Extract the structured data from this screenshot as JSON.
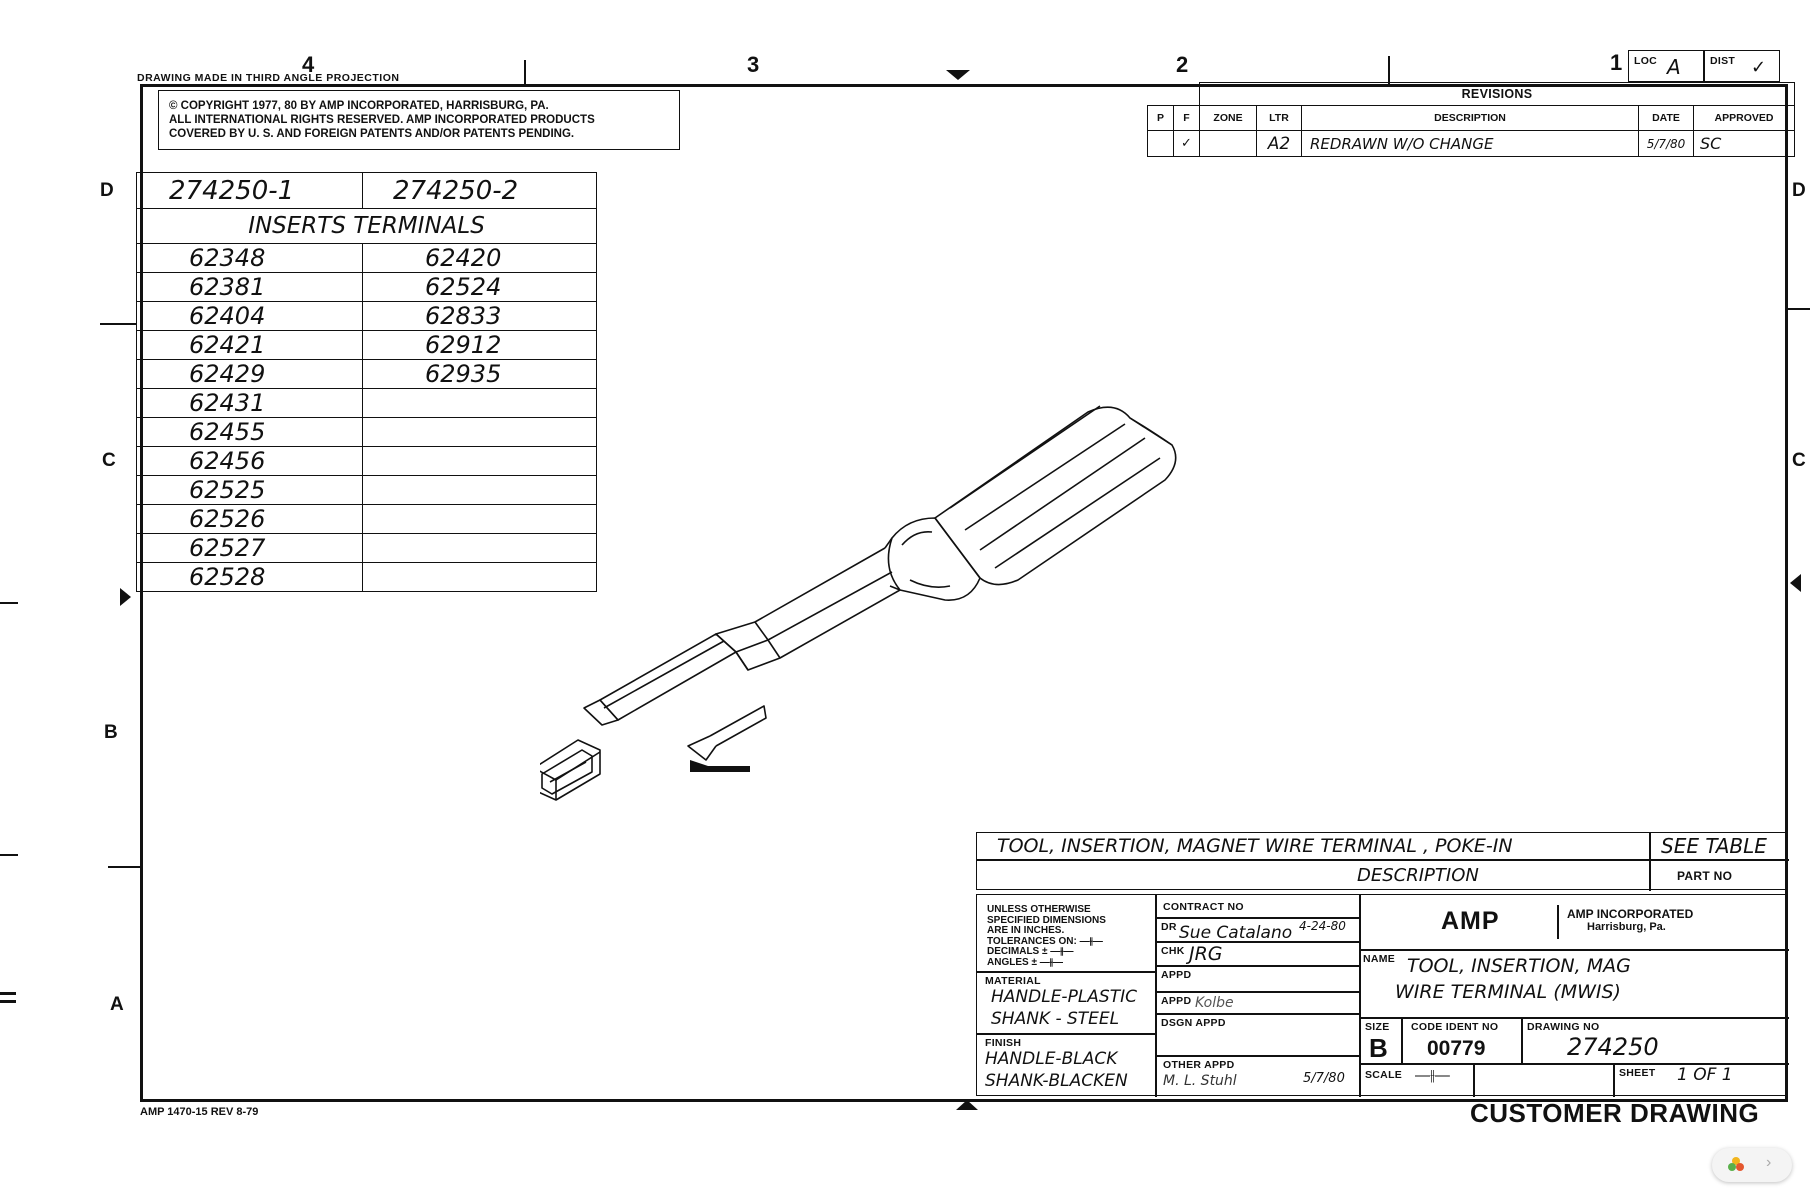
{
  "projection_note": "DRAWING MADE IN THIRD ANGLE PROJECTION",
  "zones": {
    "top": [
      "4",
      "3",
      "2",
      "1"
    ],
    "side": [
      "D",
      "C",
      "B",
      "A"
    ]
  },
  "loc": {
    "label": "LOC",
    "value": "A"
  },
  "dist": {
    "label": "DIST",
    "value": "✓"
  },
  "copyright": {
    "line1": "© COPYRIGHT 1977, 80 BY AMP INCORPORATED, HARRISBURG, PA.",
    "line2": "ALL INTERNATIONAL RIGHTS RESERVED. AMP INCORPORATED PRODUCTS",
    "line3": "COVERED BY U. S. AND FOREIGN PATENTS AND/OR PATENTS PENDING."
  },
  "part_table": {
    "headers": [
      "274250-1",
      "274250-2"
    ],
    "subheader": "INSERTS  TERMINALS",
    "rows": [
      [
        "62348",
        "62420"
      ],
      [
        "62381",
        "62524"
      ],
      [
        "62404",
        "62833"
      ],
      [
        "62421",
        "62912"
      ],
      [
        "62429",
        "62935"
      ],
      [
        "62431",
        ""
      ],
      [
        "62455",
        ""
      ],
      [
        "62456",
        ""
      ],
      [
        "62525",
        ""
      ],
      [
        "62526",
        ""
      ],
      [
        "62527",
        ""
      ],
      [
        "62528",
        ""
      ]
    ]
  },
  "revisions": {
    "title": "REVISIONS",
    "columns": [
      "P",
      "F",
      "ZONE",
      "LTR",
      "DESCRIPTION",
      "DATE",
      "APPROVED"
    ],
    "rows": [
      {
        "p": "",
        "f": "✓",
        "zone": "",
        "ltr": "A2",
        "description": "REDRAWN W/O CHANGE",
        "date": "5/7/80",
        "approved": "SC"
      }
    ]
  },
  "title_block": {
    "description_value": "TOOL, INSERTION, MAGNET WIRE TERMINAL , POKE-IN",
    "part_no_value": "SEE TABLE",
    "description_label": "DESCRIPTION",
    "part_no_label": "PART NO",
    "tolerances": {
      "line1": "UNLESS OTHERWISE",
      "line2": "SPECIFIED DIMENSIONS",
      "line3": "ARE IN INCHES.",
      "line4": "TOLERANCES ON: ―⫲―",
      "line5": "DECIMALS   ± ―⫲―",
      "line6": "ANGLES       ± ―⫲―"
    },
    "contract_no_label": "CONTRACT NO",
    "dr_label": "DR",
    "dr_value": "Sue Catalano",
    "dr_date": "4-24-80",
    "chk_label": "CHK",
    "chk_value": "JRG",
    "appd_label": "APPD",
    "appd2_label": "APPD",
    "appd2_value": "Kolbe",
    "dsgn_appd_label": "DSGN APPD",
    "other_appd_label": "OTHER APPD",
    "other_appd_value": "M. L. Stuhl",
    "other_appd_date": "5/7/80",
    "material_label": "MATERIAL",
    "material_line1": "HANDLE-PLASTIC",
    "material_line2": "SHANK - STEEL",
    "finish_label": "FINISH",
    "finish_line1": "HANDLE-BLACK",
    "finish_line2": "SHANK-BLACKEN",
    "company_logo": "AMP",
    "company_name": "AMP INCORPORATED",
    "company_city": "Harrisburg, Pa.",
    "name_label": "NAME",
    "name_line1": "TOOL, INSERTION, MAG",
    "name_line2": "WIRE TERMINAL (MWIS)",
    "size_label": "SIZE",
    "size_value": "B",
    "code_ident_label": "CODE IDENT NO",
    "code_ident_value": "00779",
    "drawing_no_label": "DRAWING NO",
    "drawing_no_value": "274250",
    "scale_label": "SCALE",
    "scale_value": "―⫲―",
    "sheet_label": "SHEET",
    "sheet_value": "1 OF 1"
  },
  "form_no": "AMP 1470-15 REV 8-79",
  "footer_title": "CUSTOMER DRAWING"
}
